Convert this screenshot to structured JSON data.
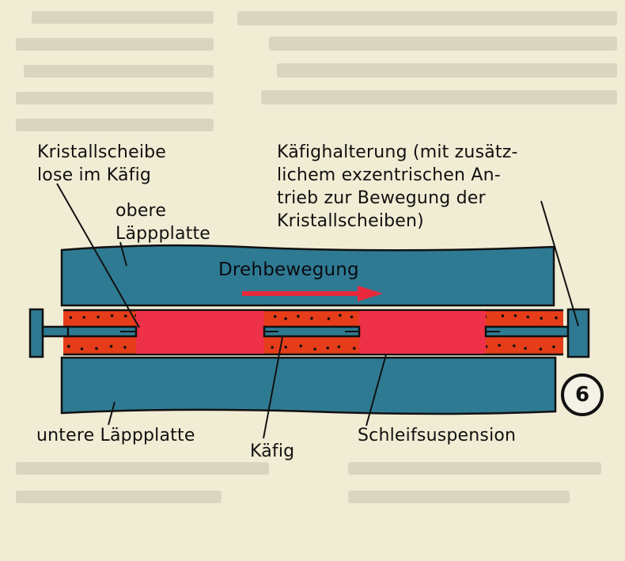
{
  "labels": {
    "kristallscheibe": "Kristallscheibe\nlose im Käfig",
    "obere_laeppplatte": "obere\nLäppplatte",
    "kaefighalterung": "Käfighalterung (mit zusätz-\nlichem exzentrischen An-\ntrieb zur Bewegung der\nKristallscheiben)",
    "drehbewegung": "Drehbewegung",
    "untere_laeppplatte": "untere Läppplatte",
    "kaefig": "Käfig",
    "schleifsuspension": "Schleifsuspension"
  },
  "figure_number": "6",
  "colors": {
    "plate_blue": "#2f7a93",
    "suspension_orange": "#e63c1a",
    "crystal_red": "#ee3048",
    "arrow_red": "#e8283c",
    "paper": "#f1ecd4",
    "ink": "#111111"
  }
}
